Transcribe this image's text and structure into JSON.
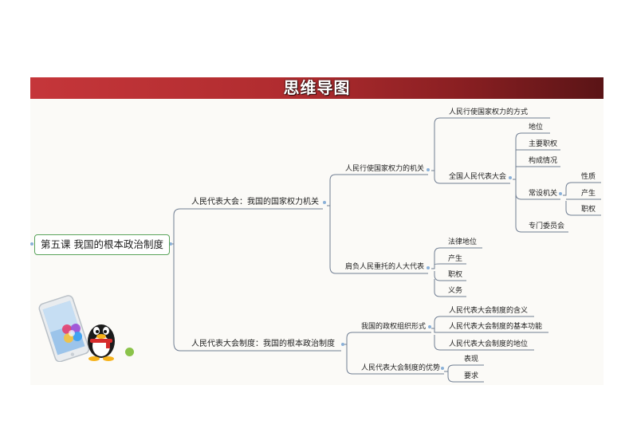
{
  "title": "思维导图",
  "root": "第五课 我国的根本政治制度",
  "branches": {
    "b1": "人民代表大会：我国的国家权力机关",
    "b1_1": "人民行使国家权力的机关",
    "b1_1_1": "人民行使国家权力的方式",
    "b1_1_2": "全国人民代表大会",
    "b1_1_2_items": [
      "地位",
      "主要职权",
      "构成情况",
      "常设机关",
      "专门委员会"
    ],
    "b1_1_2_sub": [
      "性质",
      "产生",
      "职权"
    ],
    "b1_2": "肩负人民重托的人大代表",
    "b1_2_items": [
      "法律地位",
      "产生",
      "职权",
      "义务"
    ],
    "b2": "人民代表大会制度：我国的根本政治制度",
    "b2_1": "我国的政权组织形式",
    "b2_1_items": [
      "人民代表大会制度的含义",
      "人民代表大会制度的基本功能",
      "人民代表大会制度的地位"
    ],
    "b2_2": "人民代表大会制度的优势",
    "b2_2_items": [
      "表现",
      "要求"
    ]
  },
  "colors": {
    "banner": "#b02c2f",
    "lines": "#6f7d92",
    "root_border": "#5aa35a",
    "accent_dot": "#8bc34a"
  },
  "icons": [
    "phone-illustration",
    "penguin-mascot"
  ]
}
